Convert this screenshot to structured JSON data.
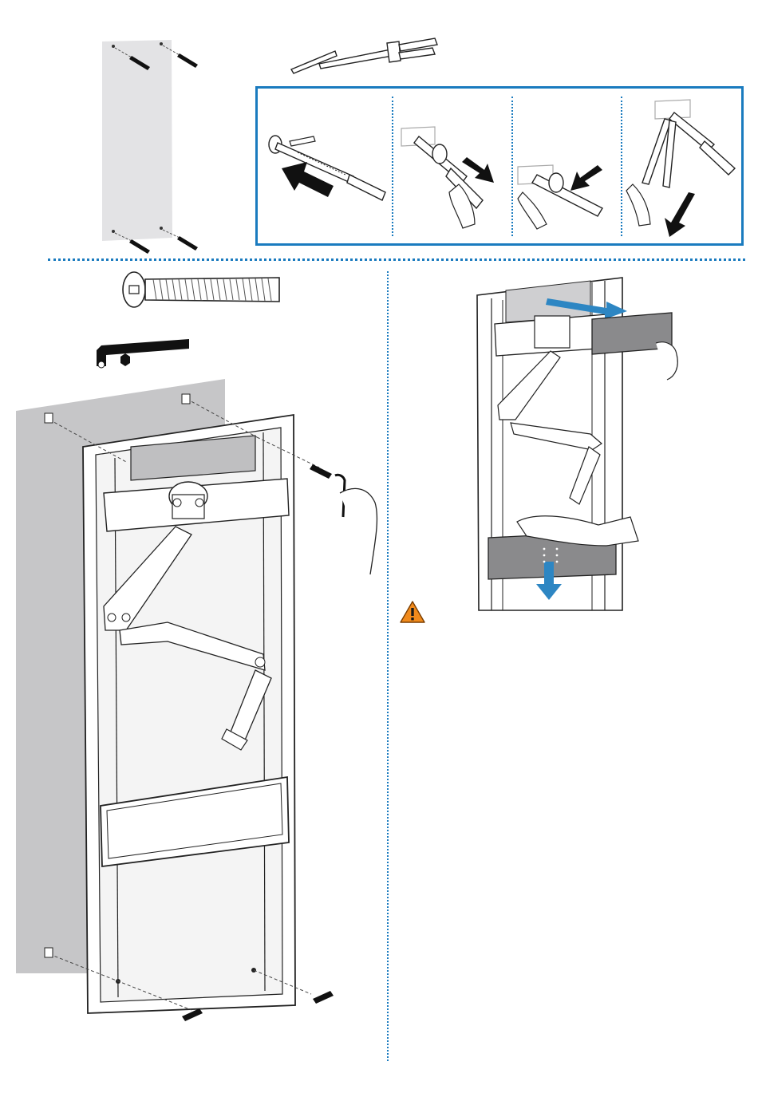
{
  "page": {
    "title": "",
    "warning_icon": "warning-triangle-icon"
  },
  "colors": {
    "accent_blue": "#1a7bbf",
    "wall_gray": "#d2d2d4",
    "panel_gray": "#8a8a8c",
    "shadow_gray": "#bdbdbf",
    "line_dark": "#1a1a1a",
    "warning_orange": "#f08a1c"
  },
  "steps": {
    "anchor_insert_steps": [
      {
        "name": "insert-anchor",
        "arrow": "left"
      },
      {
        "name": "push-anchor-into-wall",
        "arrow": "right"
      },
      {
        "name": "pull-anchor-back",
        "arrow": "up-right"
      },
      {
        "name": "break-off-anchor-tail",
        "arrow": "down-left"
      }
    ]
  },
  "icons": {
    "bolt": "bolt-icon",
    "hex_key": "hex-key-icon",
    "hex_nut": "hex-nut-icon",
    "wall_anchor": "wall-anchor-icon"
  }
}
